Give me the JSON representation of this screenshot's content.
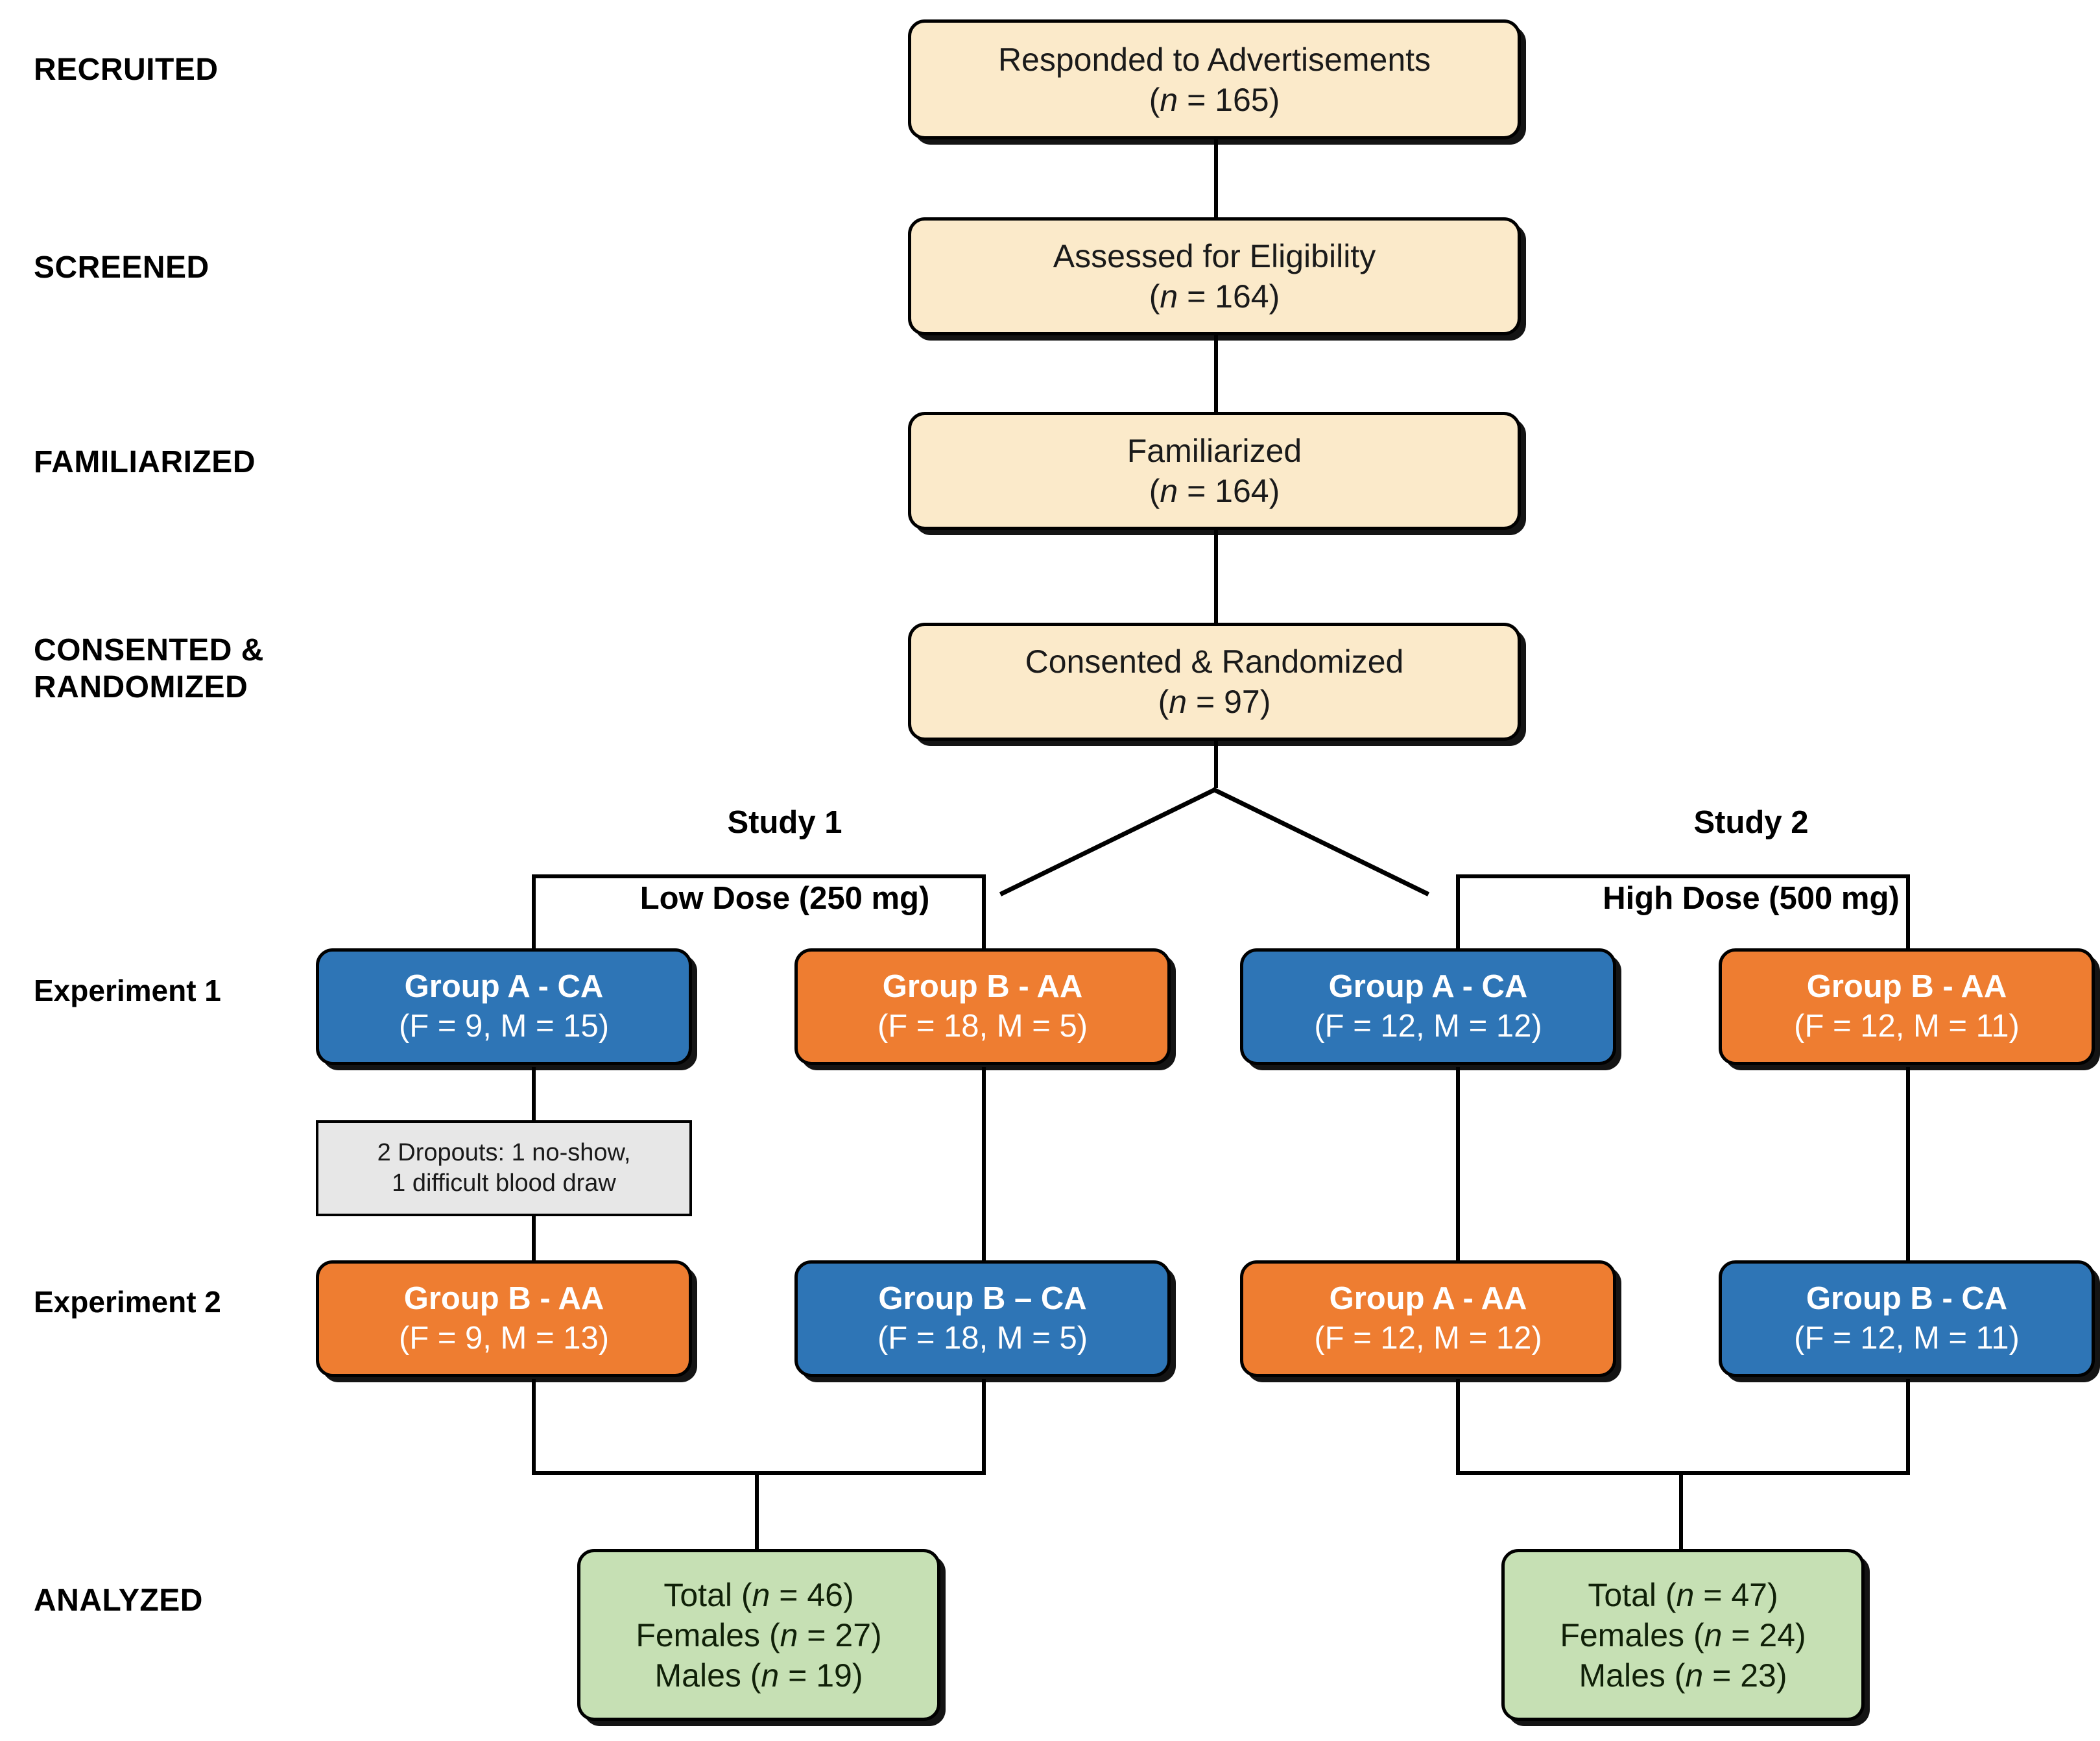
{
  "diagram": {
    "title": "CONSORT participant flow diagram",
    "colors": {
      "cream": "#FBEACA",
      "blue": "#2E75B6",
      "orange": "#ED7D31",
      "green": "#C6E0B4",
      "grey": "#E7E7E7",
      "line": "#000000"
    }
  },
  "stage_labels": {
    "recruited": "RECRUITED",
    "screened": "SCREENED",
    "familiarized": "FAMILIARIZED",
    "consented_randomized": "CONSENTED &\nRANDOMIZED",
    "experiment_1": "Experiment 1",
    "experiment_2": "Experiment 2",
    "analyzed": "ANALYZED"
  },
  "flow_top": [
    {
      "id": "responded",
      "line1": "Responded to Advertisements",
      "n_prefix": "(",
      "n_var": "n",
      "n_eq": " = ",
      "n_value": "165",
      "n_suffix": ")"
    },
    {
      "id": "assessed",
      "line1": "Assessed for Eligibility",
      "n_prefix": "(",
      "n_var": "n",
      "n_eq": " = ",
      "n_value": "164",
      "n_suffix": ")"
    },
    {
      "id": "familiarized",
      "line1": "Familiarized",
      "n_prefix": "(",
      "n_var": "n",
      "n_eq": " = ",
      "n_value": "164",
      "n_suffix": ")"
    },
    {
      "id": "consented",
      "line1": "Consented & Randomized",
      "n_prefix": "(",
      "n_var": "n",
      "n_eq": " = ",
      "n_value": "97",
      "n_suffix": ")"
    }
  ],
  "studies": {
    "study1": {
      "title": "Study 1",
      "dose": "Low Dose (250 mg)"
    },
    "study2": {
      "title": "Study 2",
      "dose": "High Dose (500 mg)"
    }
  },
  "experiment1": {
    "s1_group_a": {
      "label": "Group A - CA",
      "counts": "(F = 9, M = 15)",
      "color": "blue"
    },
    "s1_group_b": {
      "label": "Group B - AA",
      "counts": "(F = 18, M = 5)",
      "color": "orange"
    },
    "s2_group_a": {
      "label": "Group A - CA",
      "counts": "(F = 12, M = 12)",
      "color": "blue"
    },
    "s2_group_b": {
      "label": "Group B - AA",
      "counts": "(F = 12, M = 11)",
      "color": "orange"
    }
  },
  "dropouts": {
    "line1": "2 Dropouts: 1 no-show,",
    "line2": "1 difficult blood draw"
  },
  "experiment2": {
    "s1_left": {
      "label": "Group B - AA",
      "counts": "(F = 9, M = 13)",
      "color": "orange"
    },
    "s1_right": {
      "label": "Group B – CA",
      "counts": "(F = 18, M = 5)",
      "color": "blue"
    },
    "s2_left": {
      "label": "Group A - AA",
      "counts": "(F = 12, M = 12)",
      "color": "orange"
    },
    "s2_right": {
      "label": "Group B - CA",
      "counts": "(F = 12, M = 11)",
      "color": "blue"
    }
  },
  "analyzed": {
    "study1": {
      "total_label": "Total (",
      "total_var": "n",
      "total_eq": " = ",
      "total_value": "46",
      "total_suffix": ")",
      "females_label": "Females (",
      "females_var": "n",
      "females_eq": " = ",
      "females_value": "27",
      "females_suffix": ")",
      "males_label": "Males (",
      "males_var": "n",
      "males_eq": " = ",
      "males_value": "19",
      "males_suffix": ")"
    },
    "study2": {
      "total_label": "Total (",
      "total_var": "n",
      "total_eq": " = ",
      "total_value": "47",
      "total_suffix": ")",
      "females_label": "Females (",
      "females_var": "n",
      "females_eq": " = ",
      "females_value": "24",
      "females_suffix": ")",
      "males_label": "Males (",
      "males_var": "n",
      "males_eq": " = ",
      "males_value": "23",
      "males_suffix": ")"
    }
  }
}
